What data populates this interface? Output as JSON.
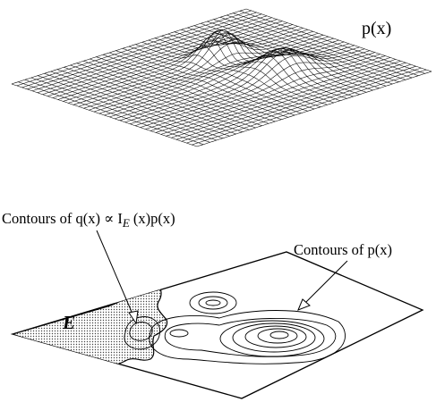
{
  "labels": {
    "px": "p(x)",
    "contours_q": "Contours of q(x) ∝ I",
    "contours_q_sub": "E",
    "contours_q_tail": "(x)p(x)",
    "contours_p": "Contours of p(x)",
    "region_E": "E"
  },
  "colors": {
    "ink": "#000000",
    "paper": "#ffffff",
    "stipple": "#555555"
  }
}
